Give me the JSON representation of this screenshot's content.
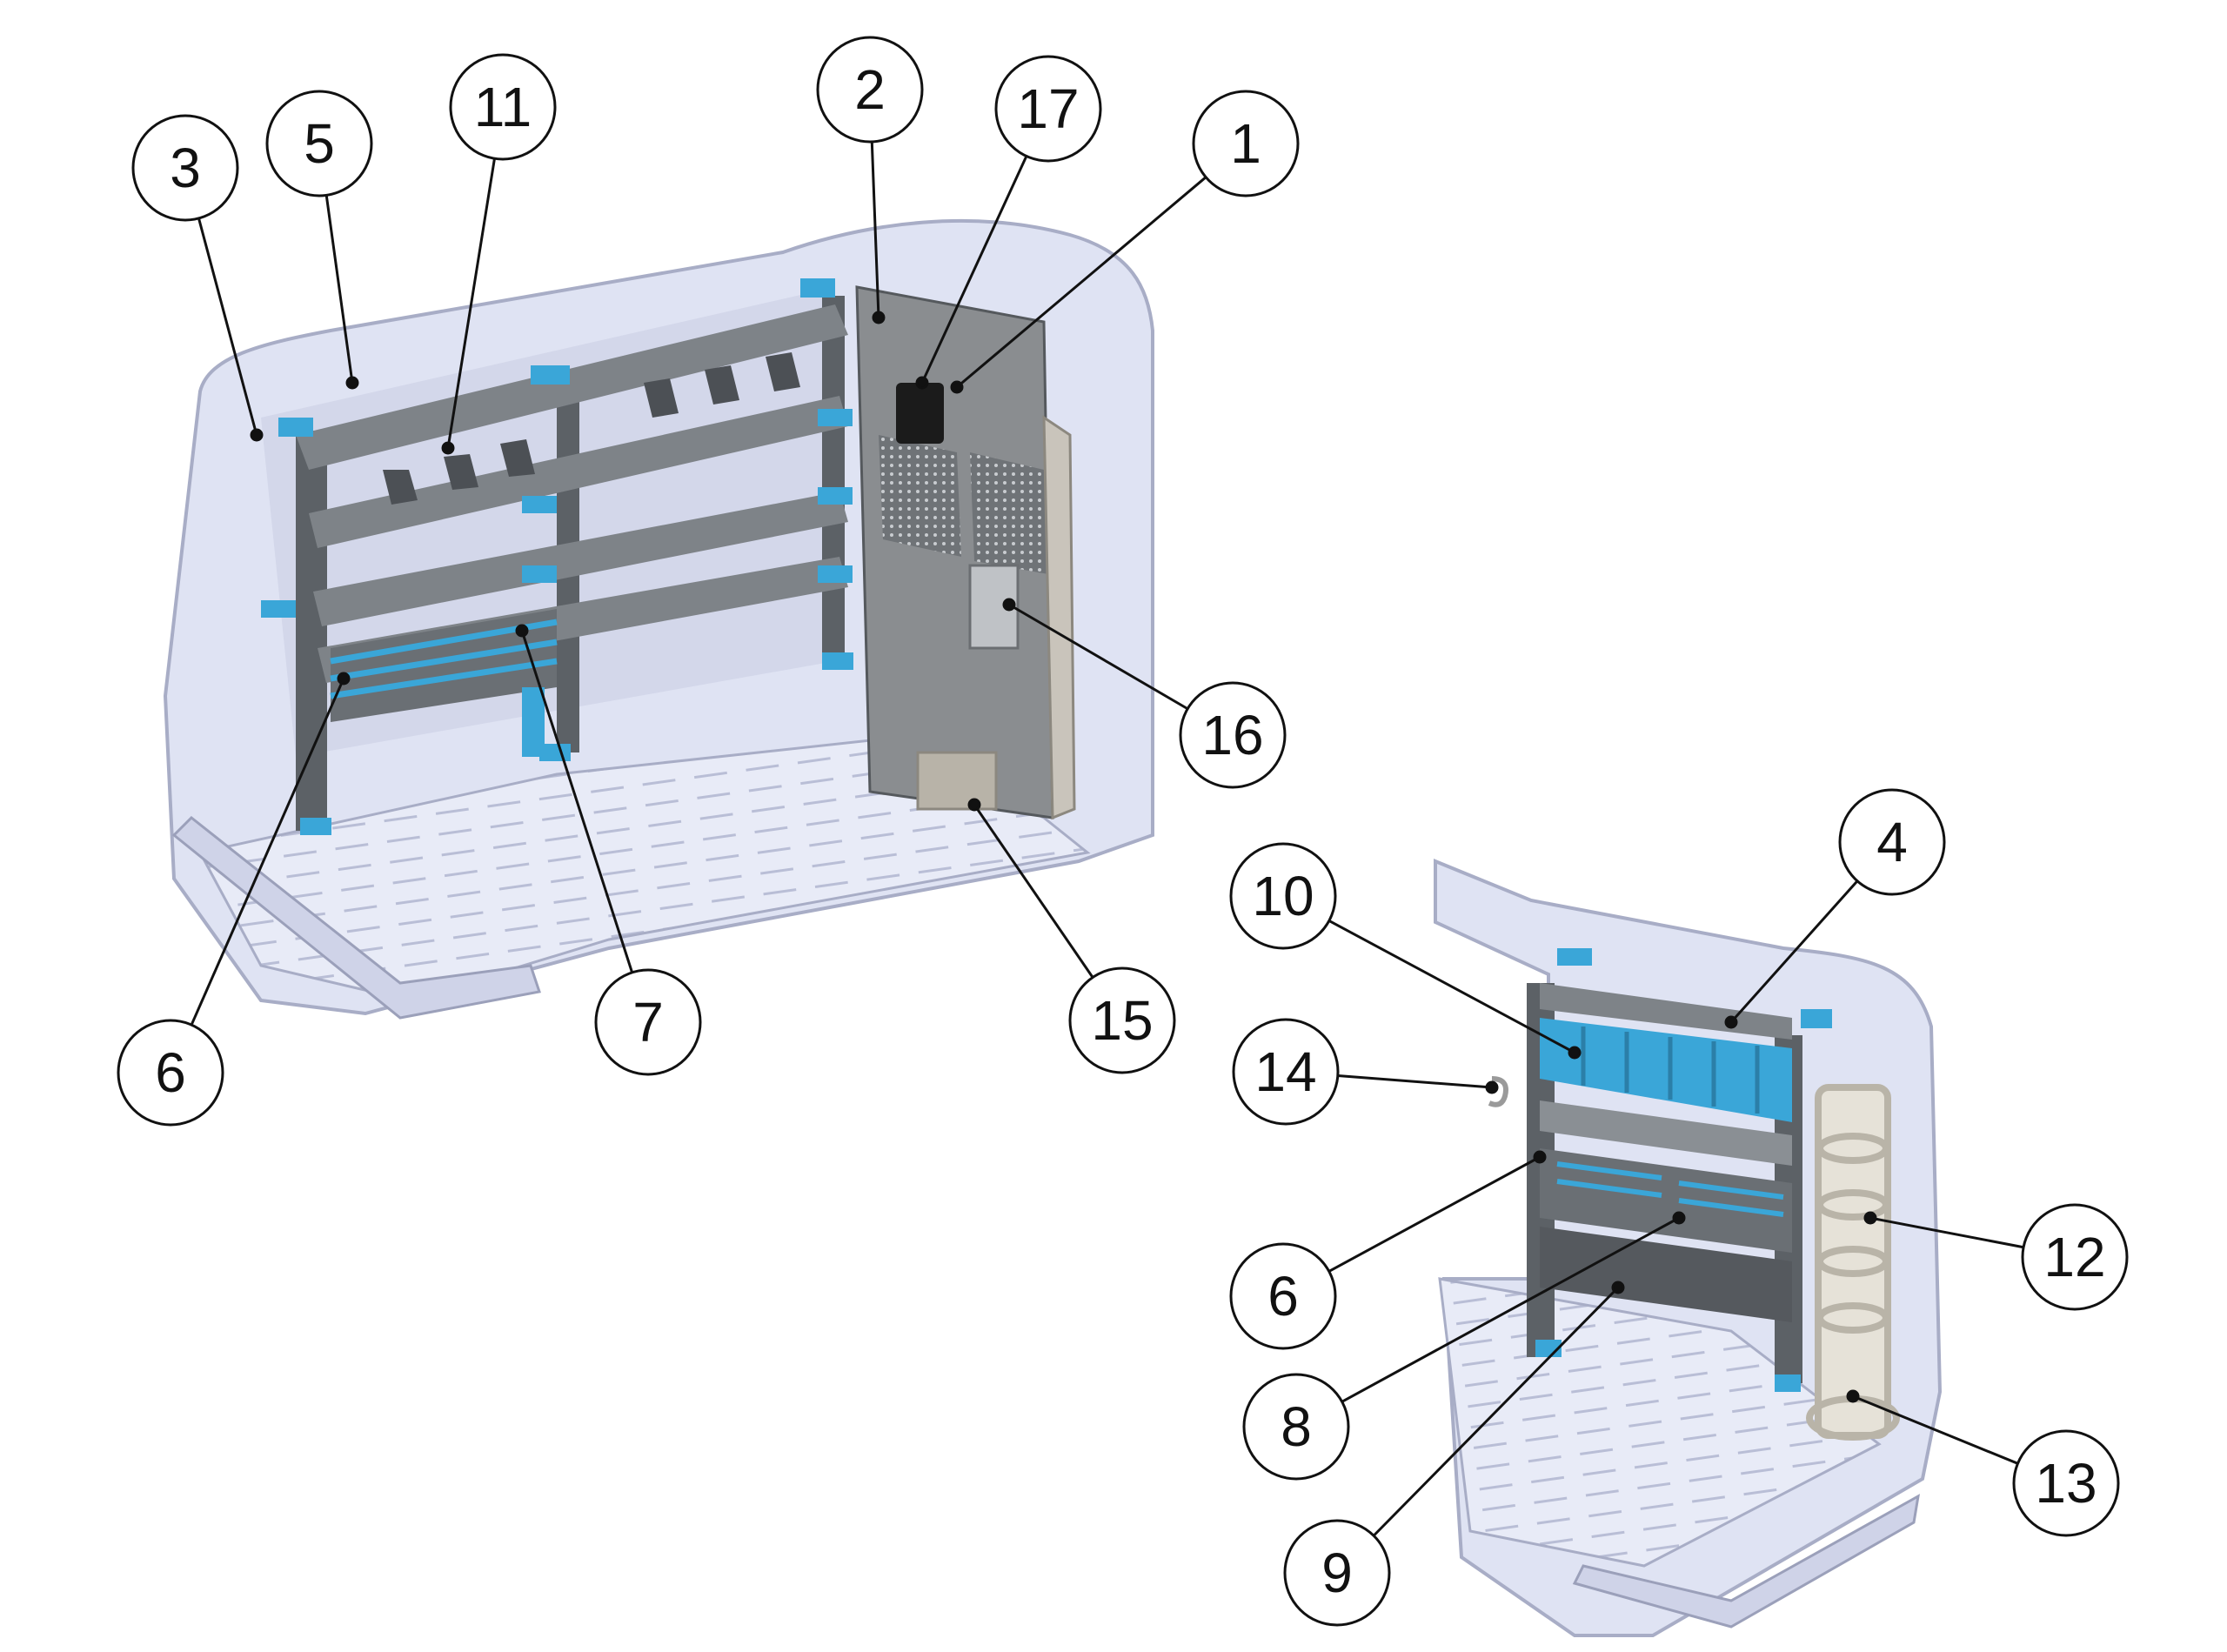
{
  "palette": {
    "van_body": "#dfe3f3",
    "van_edge": "#a8adc6",
    "floor": "#e8ebf7",
    "rack_dark": "#5c6166",
    "shelf": "#7e8388",
    "accent_blue": "#3aa6d8",
    "bulkhead": "#8a8d90",
    "leader": "#111111"
  },
  "views": [
    {
      "name": "left-side-shelving-view"
    },
    {
      "name": "right-side-shelving-view"
    }
  ],
  "callouts": [
    {
      "id": "c1",
      "label": "1"
    },
    {
      "id": "c2",
      "label": "2"
    },
    {
      "id": "c3",
      "label": "3"
    },
    {
      "id": "c4",
      "label": "4"
    },
    {
      "id": "c5",
      "label": "5"
    },
    {
      "id": "c6a",
      "label": "6"
    },
    {
      "id": "c6b",
      "label": "6"
    },
    {
      "id": "c7",
      "label": "7"
    },
    {
      "id": "c8",
      "label": "8"
    },
    {
      "id": "c9",
      "label": "9"
    },
    {
      "id": "c10",
      "label": "10"
    },
    {
      "id": "c11",
      "label": "11"
    },
    {
      "id": "c12",
      "label": "12"
    },
    {
      "id": "c13",
      "label": "13"
    },
    {
      "id": "c14",
      "label": "14"
    },
    {
      "id": "c15",
      "label": "15"
    },
    {
      "id": "c16",
      "label": "16"
    },
    {
      "id": "c17",
      "label": "17"
    }
  ]
}
